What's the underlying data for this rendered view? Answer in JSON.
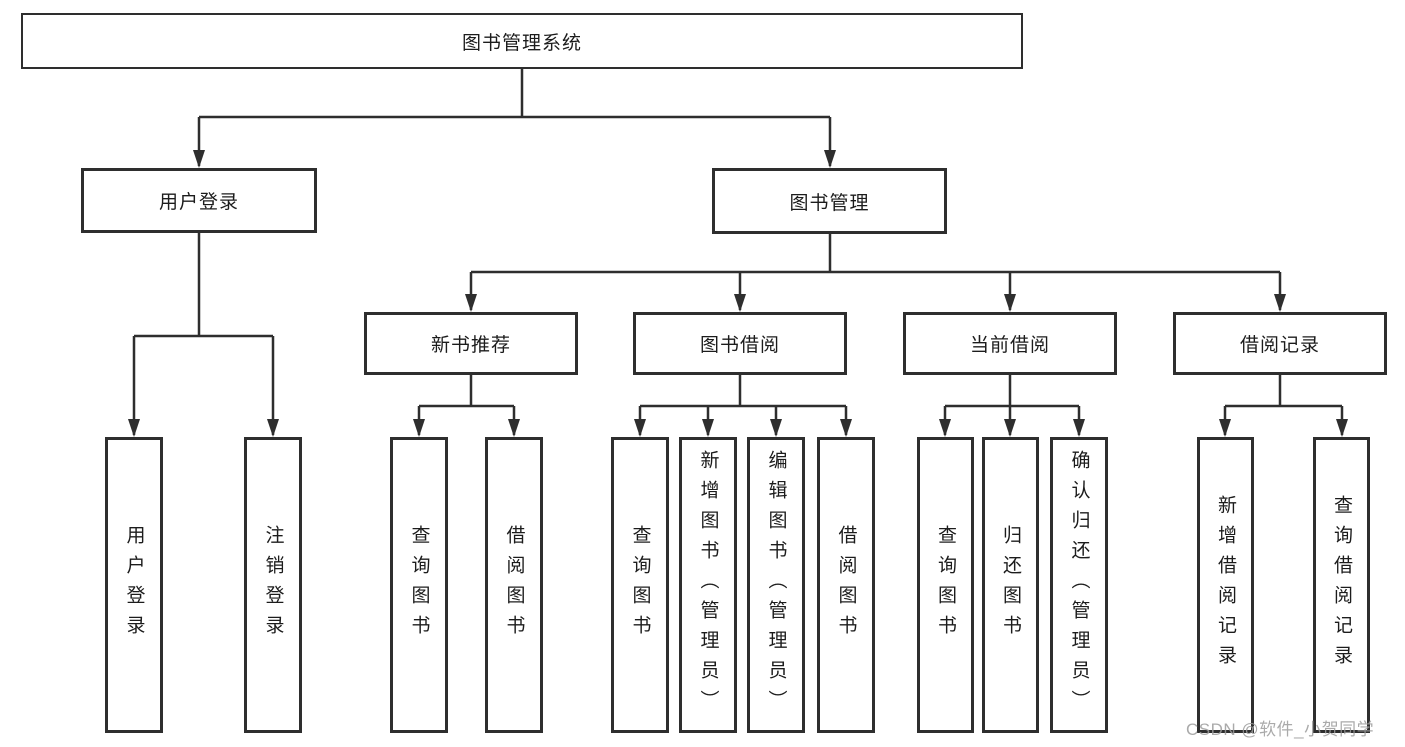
{
  "nodes": {
    "root": "图书管理系统",
    "user_login": "用户登录",
    "book_mgmt": "图书管理",
    "new_book_rec": "新书推荐",
    "book_borrow": "图书借阅",
    "current_borrow": "当前借阅",
    "borrow_records": "借阅记录",
    "leaf_user_login": "用户登录",
    "leaf_logout": "注销登录",
    "leaf_query_book_1": "查询图书",
    "leaf_borrow_book_1": "借阅图书",
    "leaf_query_book_2": "查询图书",
    "leaf_add_book": "新增图书（管理员）",
    "leaf_edit_book": "编辑图书（管理员）",
    "leaf_borrow_book_2": "借阅图书",
    "leaf_query_book_3": "查询图书",
    "leaf_return_book": "归还图书",
    "leaf_confirm_return": "确认归还（管理员）",
    "leaf_add_record": "新增借阅记录",
    "leaf_query_record": "查询借阅记录"
  },
  "watermark": {
    "text": "CSDN @软件_小贺同学"
  },
  "colors": {
    "line": "#2e2e2e",
    "text": "#1c1c1c",
    "bg": "#ffffff",
    "watermark": "#9c9c9c"
  }
}
